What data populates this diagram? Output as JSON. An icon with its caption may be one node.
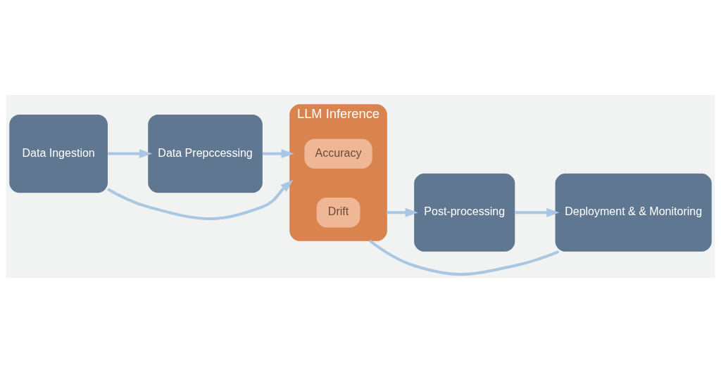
{
  "diagram": {
    "nodes": [
      {
        "text": [
          "Data Ingestion"
        ]
      },
      {
        "text": [
          "Data Prepccessing"
        ]
      },
      {
        "text": [
          "LLM Inference"
        ]
      },
      {
        "text": [
          "Accuracy"
        ],
        "in": 2
      },
      {
        "text": [
          "Drift"
        ],
        "in": 2
      },
      {
        "text": [
          "Post-processing"
        ]
      },
      {
        "text": [
          "Deployment & & Monitoring"
        ]
      }
    ],
    "edges": [
      {
        "from": 0,
        "to": 1,
        "arrow": "to"
      },
      {
        "from": 1,
        "to": 2,
        "arrow": "to"
      },
      {
        "from": 2,
        "to": 5,
        "arrow": "to"
      },
      {
        "from": 5,
        "to": 6,
        "arrow": "to"
      },
      {
        "from": 0,
        "to": 2,
        "arrow": "to"
      },
      {
        "from": 2,
        "to": 6,
        "arrow": "none"
      }
    ]
  }
}
